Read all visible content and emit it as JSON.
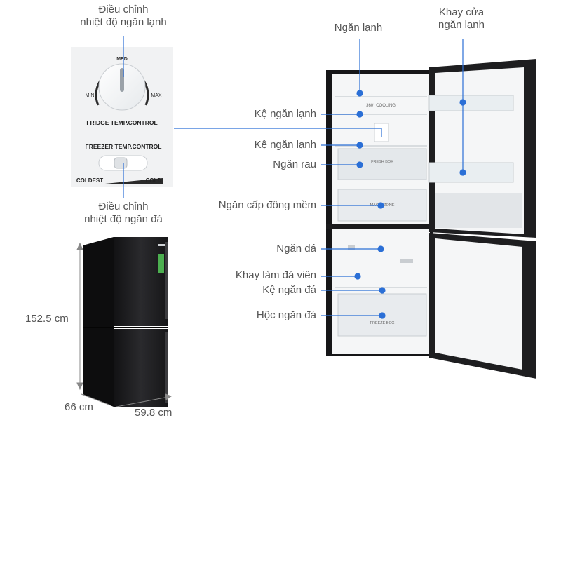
{
  "labels": {
    "fridge_control_1": "Điều chỉnh",
    "fridge_control_2": "nhiệt độ ngăn lạnh",
    "freezer_control_1": "Điều chỉnh",
    "freezer_control_2": "nhiệt độ ngăn đá",
    "fridge_compartment": "Ngăn lạnh",
    "door_tray_1": "Khay cửa",
    "door_tray_2": "ngăn lạnh",
    "fridge_shelf_1": "Kệ ngăn lạnh",
    "fridge_shelf_2": "Kệ ngăn lạnh",
    "veg_drawer": "Ngăn rau",
    "soft_freeze": "Ngăn cấp đông mềm",
    "freezer_compartment": "Ngăn đá",
    "ice_tray": "Khay làm đá viên",
    "freezer_shelf": "Kệ ngăn đá",
    "freezer_drawer": "Hộc ngăn đá"
  },
  "dial": {
    "med": "MED",
    "min": "MIN",
    "max": "MAX",
    "fridge_temp": "FRIDGE TEMP.CONTROL",
    "freezer_temp": "FREEZER TEMP.CONTROL",
    "coldest": "COLDEST",
    "cold": "COLD"
  },
  "interior_text": {
    "cooling": "360° COOLING",
    "fresh_box": "FRESH BOX",
    "magic_zone": "MAGIC ZONE",
    "freeze_box": "FREEZE BOX"
  },
  "dimensions": {
    "height": "152.5 cm",
    "depth": "66 cm",
    "width": "59.8 cm"
  },
  "colors": {
    "callout": "#2b6fd6",
    "text": "#555555",
    "fridge_body": "#1b1b1d",
    "interior": "#f5f6f7"
  }
}
